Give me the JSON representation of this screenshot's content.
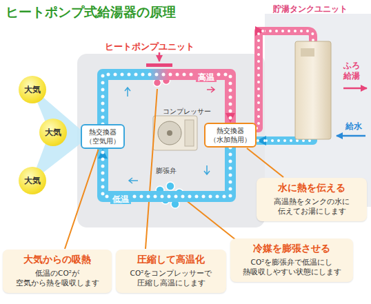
{
  "diagram": {
    "title": "ヒートポンプ式給湯器の原理",
    "nodes": [
      {
        "text": [
          "ヒートポンプユニット"
        ]
      },
      {
        "text": [
          "貯湯タンクユニット"
        ]
      },
      {
        "text": [
          "大気"
        ]
      },
      {
        "text": [
          "大気"
        ]
      },
      {
        "text": [
          "大気"
        ]
      },
      {
        "text": [
          "熱交換器 （空気用）"
        ],
        "in": 0
      },
      {
        "text": [
          "熱交換器 （水加熱用）"
        ],
        "in": 0
      },
      {
        "text": [
          "水に熱を伝える",
          "高温熱をタンクの水に 伝えてお湯にします"
        ]
      },
      {
        "text": [
          "大気からの吸熱",
          "低温のCO²が 空気から熱を吸収します"
        ]
      },
      {
        "text": [
          "圧縮して高温化",
          "CO²をコンプレッサーで 圧縮し高温にします"
        ]
      },
      {
        "text": [
          "冷媒を膨張させる",
          "CO²を膨張弁で低温にし 熱吸収しやすい状態にします"
        ]
      }
    ],
    "edges": [
      {
        "from": 5,
        "to": 6,
        "arrow": "to"
      },
      {
        "from": 6,
        "to": 5,
        "arrow": "to"
      },
      {
        "from": 6,
        "to": 1,
        "arrow": "to"
      },
      {
        "from": 1,
        "to": 6,
        "arrow": "to"
      },
      {
        "from": 8,
        "to": 5,
        "arrow": "none"
      },
      {
        "from": 7,
        "to": 6,
        "arrow": "none"
      }
    ],
    "labels": [
      "高温",
      "低温",
      "コンプレッサー",
      "膨張弁",
      "ふろ 給湯",
      "給水"
    ]
  }
}
